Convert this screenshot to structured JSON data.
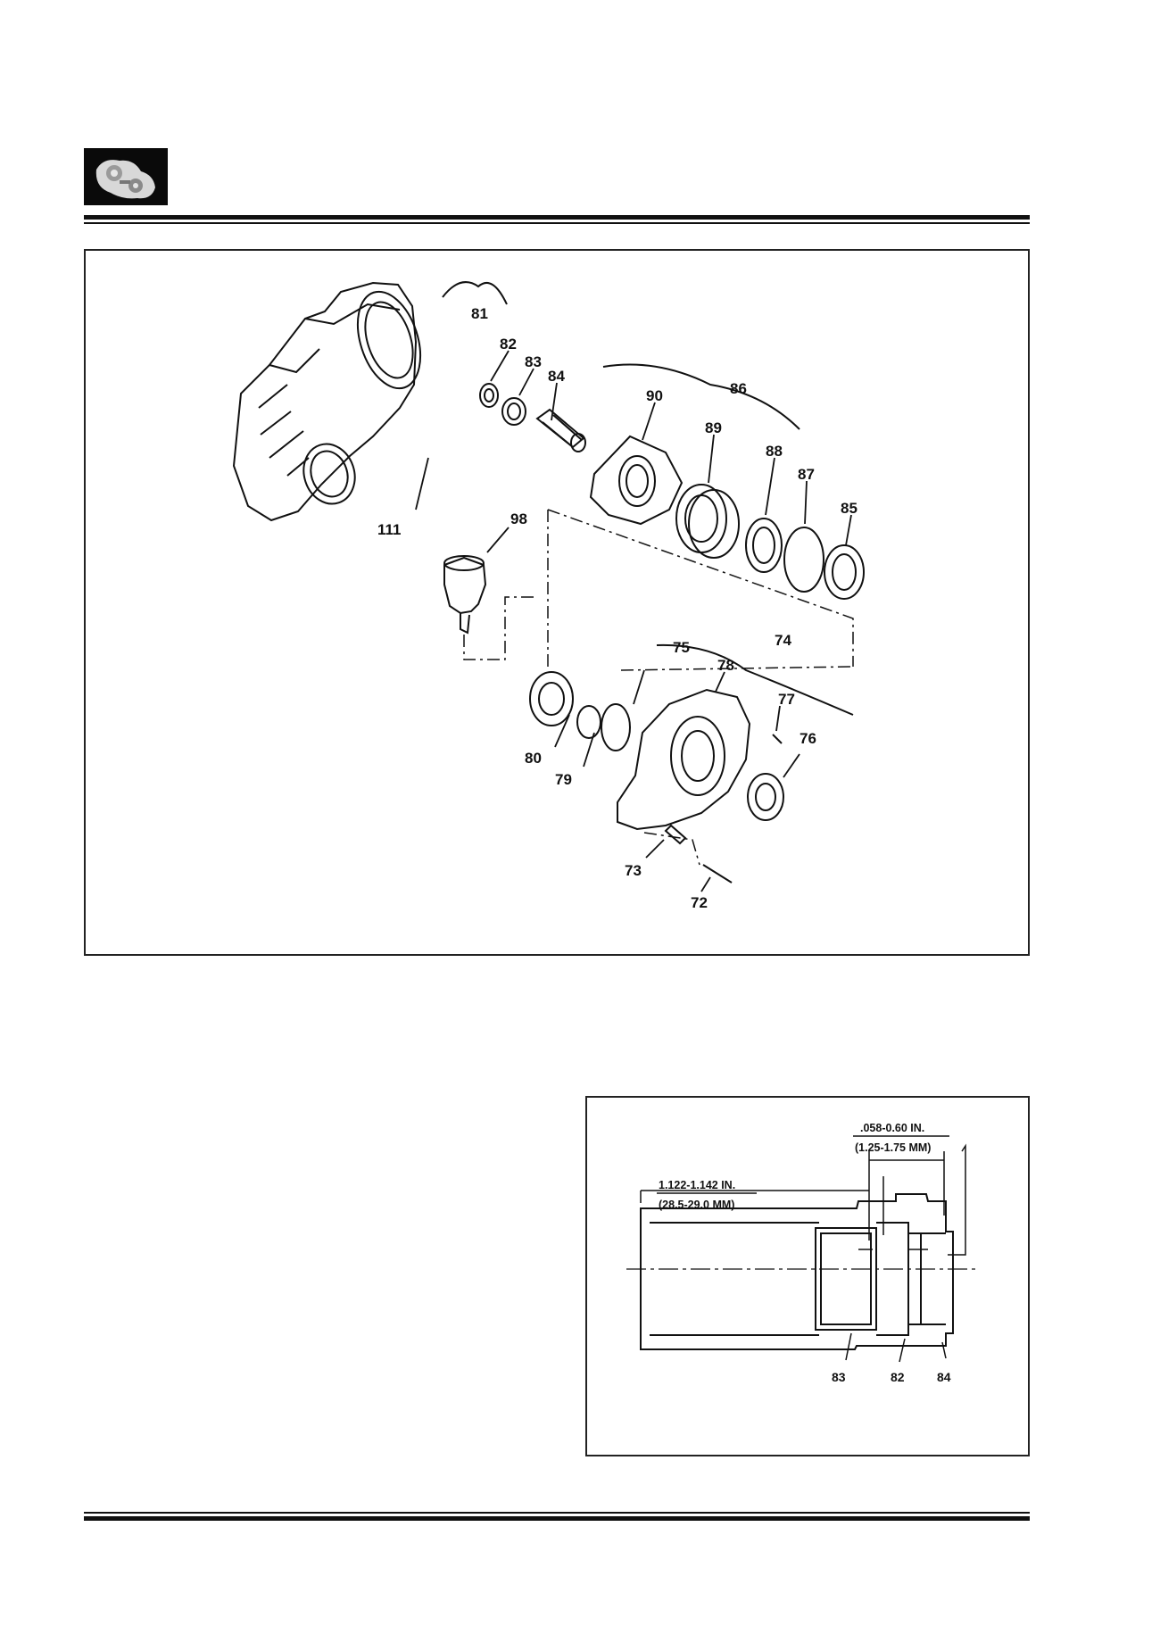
{
  "header": {
    "logo_icon": "gearbox-logo-icon"
  },
  "figure_exploded": {
    "callouts": {
      "c72": "72",
      "c73": "73",
      "c74": "74",
      "c75": "75",
      "c76": "76",
      "c77": "77",
      "c78": "78",
      "c79": "79",
      "c80": "80",
      "c81": "81",
      "c82": "82",
      "c83": "83",
      "c84": "84",
      "c85": "85",
      "c86": "86",
      "c87": "87",
      "c88": "88",
      "c89": "89",
      "c90": "90",
      "c98": "98",
      "c111": "111"
    }
  },
  "figure_section": {
    "dim_top_in": ".058-0.60 IN.",
    "dim_top_mm": "(1.25-1.75 MM)",
    "dim_left_in": "1.122-1.142 IN.",
    "dim_left_mm": "(28.5-29.0 MM)",
    "callouts": {
      "c83": "83",
      "c82": "82",
      "c84": "84"
    }
  }
}
